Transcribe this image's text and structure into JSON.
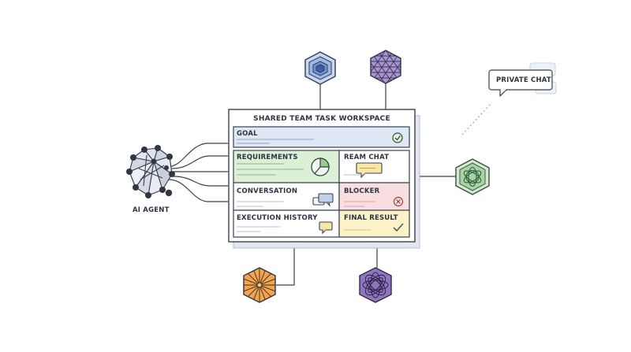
{
  "workspace": {
    "title": "SHARED TEAM TASK WORKSPACE",
    "sections": {
      "goal": "GOAL",
      "requirements": "REQUIREMENTS",
      "team_chat": "REAM CHAT",
      "conversation": "CONVERSATION",
      "blocker": "BLOCKER",
      "execution_history": "EXECUTION HISTORY",
      "final_result": "FINAL RESULT"
    }
  },
  "agent": {
    "label": "AI AGENT"
  },
  "private_chat": {
    "label": "PRIVATE CHAT"
  },
  "colors": {
    "outline": "#39414e",
    "goal_fill": "#dfe9f6",
    "requirements_fill": "#dcefd7",
    "blocker_fill": "#f8dede",
    "final_fill": "#fbf2c8",
    "chat_bubble": "#f8e7a7",
    "conversation_bubble": "#bfd0ee"
  },
  "icons": {
    "goal": "check-circle-icon",
    "requirements": "pie-chart-icon",
    "team_chat": "chat-bubble-icon",
    "conversation": "speech-bubbles-icon",
    "blocker": "error-x-icon",
    "execution_history": "chat-bubble-icon",
    "final_result": "checkmark-icon"
  },
  "nodes": [
    "blue-hexagon-node",
    "purple-hexagon-node",
    "green-hexagon-node",
    "orange-hexagon-node",
    "purple-knot-hexagon-node",
    "ai-agent-polyhedron-icon"
  ]
}
